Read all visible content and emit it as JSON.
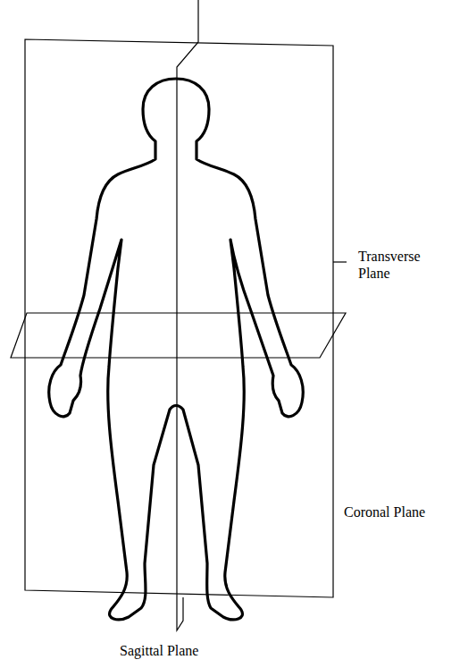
{
  "diagram": {
    "labels": [
      "Transverse Plane",
      "Coronal Plane",
      "Sagittal Plane"
    ]
  }
}
